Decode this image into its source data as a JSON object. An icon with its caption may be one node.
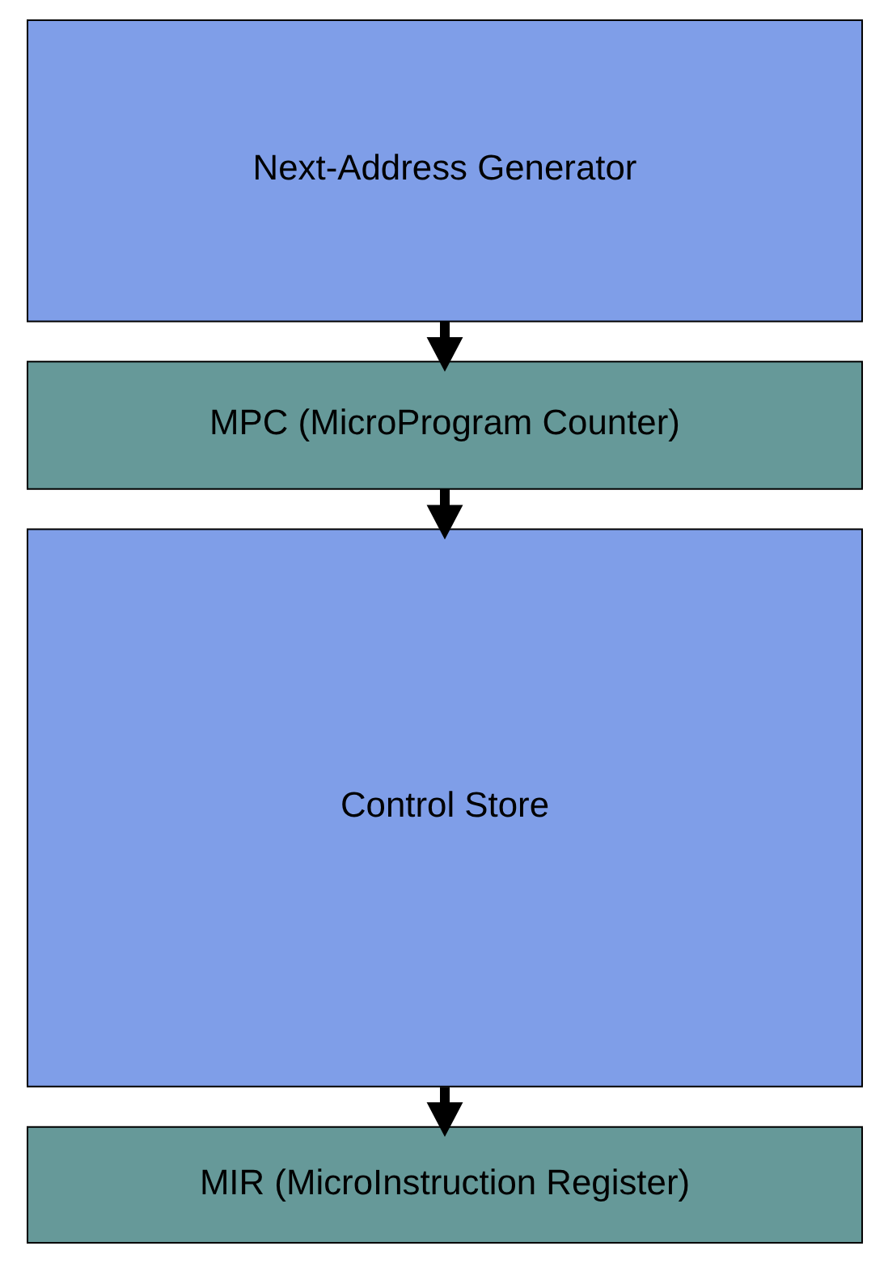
{
  "diagram": {
    "nodes": [
      {
        "text": [
          "Next-Address Generator"
        ]
      },
      {
        "text": [
          "MPC (MicroProgram Counter)"
        ]
      },
      {
        "text": [
          "Control Store"
        ]
      },
      {
        "text": [
          "MIR (MicroInstruction Register)"
        ]
      }
    ],
    "edges": [
      {
        "from": 0,
        "to": 1,
        "arrow": "to"
      },
      {
        "from": 1,
        "to": 2,
        "arrow": "to"
      },
      {
        "from": 2,
        "to": 3,
        "arrow": "to"
      }
    ]
  }
}
